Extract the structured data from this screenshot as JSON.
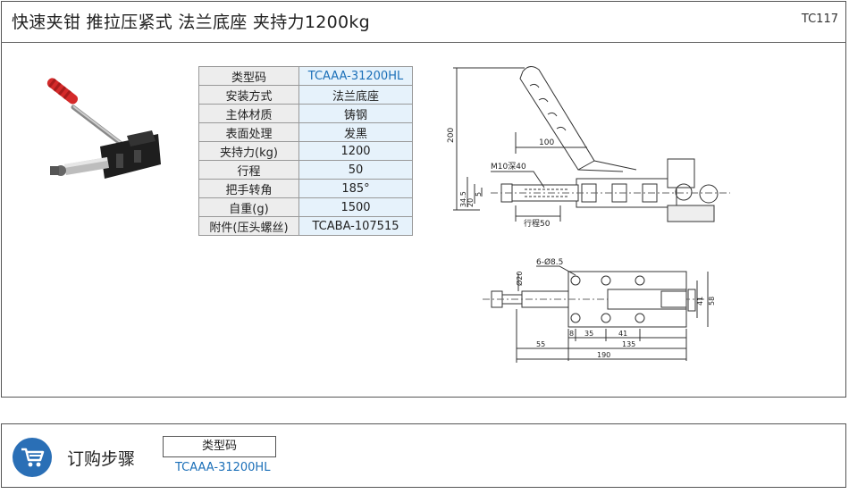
{
  "header": {
    "title": "快速夹钳  推拉压紧式  法兰底座  夹持力1200kg",
    "code": "TC117"
  },
  "spec_table": [
    {
      "key": "类型码",
      "value": "TCAAA-31200HL"
    },
    {
      "key": "安装方式",
      "value": "法兰底座"
    },
    {
      "key": "主体材质",
      "value": "铸钢"
    },
    {
      "key": "表面处理",
      "value": "发黑"
    },
    {
      "key": "夹持力(kg)",
      "value": "1200"
    },
    {
      "key": "行程",
      "value": "50"
    },
    {
      "key": "把手转角",
      "value": "185°"
    },
    {
      "key": "自重(g)",
      "value": "1500"
    },
    {
      "key": "附件(压头螺丝)",
      "value": "TCABA-107515"
    }
  ],
  "side_view_dims": {
    "height": "200",
    "arm": "100",
    "thread": "M10深40",
    "d1": "34.5",
    "d2": "20",
    "d3": "5",
    "stroke": "行程50"
  },
  "top_view_dims": {
    "rod_dia": "Ø20",
    "holes": "6-Ø8.5",
    "h1": "41",
    "h2": "58",
    "w8": "8",
    "w35": "35",
    "w41": "41",
    "w55": "55",
    "w135": "135",
    "w190": "190"
  },
  "order": {
    "title": "订购步骤",
    "field_label": "类型码",
    "field_value": "TCAAA-31200HL",
    "icon": "cart-icon"
  },
  "colors": {
    "accent": "#1b6fb8",
    "icon_bg": "#2a6fb6",
    "handle": "#d42a2a"
  }
}
